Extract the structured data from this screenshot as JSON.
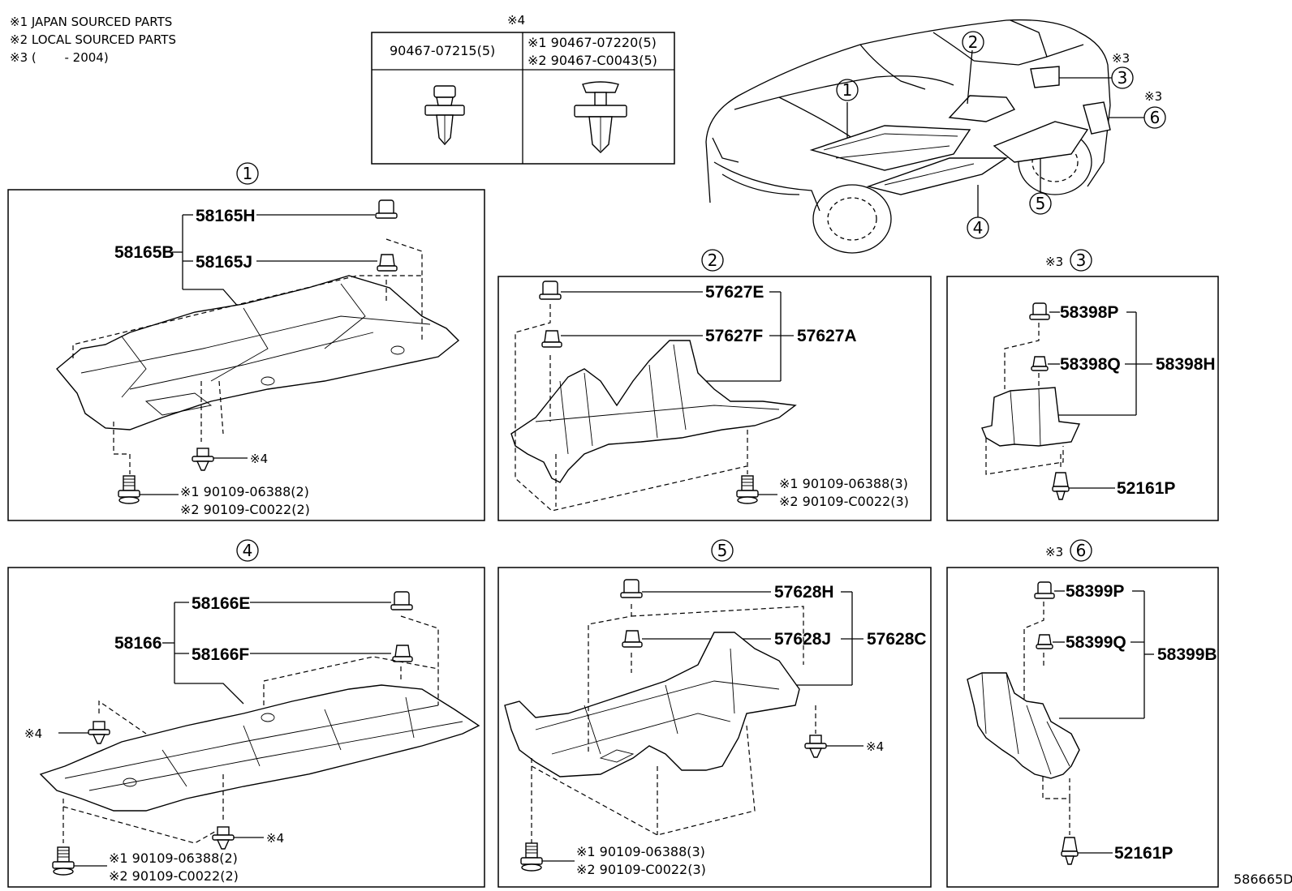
{
  "legend": {
    "l1": "※1 JAPAN SOURCED PARTS",
    "l2": "※2 LOCAL SOURCED PARTS",
    "l3": "※3 (　　 - 2004)"
  },
  "clip_table": {
    "caption": "※4",
    "col1": "90467-07215(5)",
    "col2a": "※1 90467-07220(5)",
    "col2b": "※2 90467-C0043(5)"
  },
  "overview": {
    "n1": "1",
    "n2": "2",
    "n3": "3",
    "n4": "4",
    "n5": "5",
    "n6": "6",
    "mark3a": "※3",
    "mark3b": "※3"
  },
  "panel1": {
    "num": "1",
    "p_58165H": "58165H",
    "p_58165B": "58165B",
    "p_58165J": "58165J",
    "mark4": "※4",
    "b1": "※1 90109-06388(2)",
    "b2": "※2 90109-C0022(2)"
  },
  "panel2": {
    "num": "2",
    "p_57627E": "57627E",
    "p_57627F": "57627F",
    "p_57627A": "57627A",
    "b1": "※1 90109-06388(3)",
    "b2": "※2 90109-C0022(3)"
  },
  "panel3": {
    "mark": "※3",
    "num": "3",
    "p_58398P": "58398P",
    "p_58398Q": "58398Q",
    "p_58398H": "58398H",
    "p_52161P": "52161P"
  },
  "panel4": {
    "num": "4",
    "p_58166E": "58166E",
    "p_58166": "58166",
    "p_58166F": "58166F",
    "mark4a": "※4",
    "mark4b": "※4",
    "b1": "※1 90109-06388(2)",
    "b2": "※2 90109-C0022(2)"
  },
  "panel5": {
    "num": "5",
    "p_57628H": "57628H",
    "p_57628J": "57628J",
    "p_57628C": "57628C",
    "mark4": "※4",
    "b1": "※1 90109-06388(3)",
    "b2": "※2 90109-C0022(3)"
  },
  "panel6": {
    "mark": "※3",
    "num": "6",
    "p_58399P": "58399P",
    "p_58399Q": "58399Q",
    "p_58399B": "58399B",
    "p_52161P": "52161P"
  },
  "footer": {
    "ref": "586665D"
  }
}
